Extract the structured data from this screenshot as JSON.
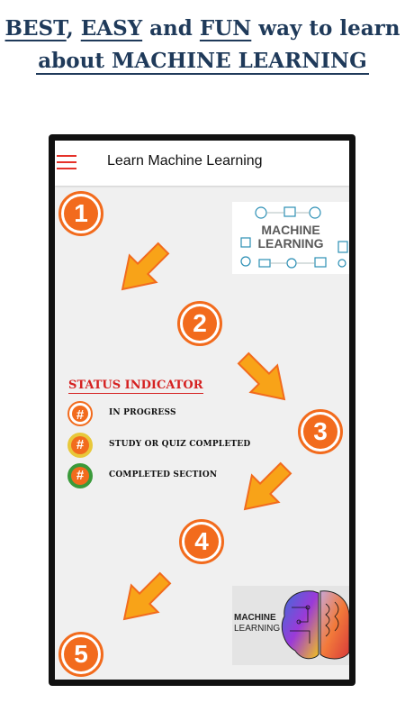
{
  "headline": {
    "w1": "BEST",
    "c1": ",",
    "w2": "EASY",
    "c2": " and ",
    "w3": "FUN",
    "c3": " way to learn",
    "line2": "about MACHINE LEARNING"
  },
  "app": {
    "title": "Learn Machine Learning",
    "accent": "#f26b1d",
    "menu_color": "#e5322a"
  },
  "steps": [
    "1",
    "2",
    "3",
    "4",
    "5"
  ],
  "status": {
    "title": "STATUS INDICATOR",
    "items": [
      {
        "symbol": "#",
        "label": "IN PROGRESS",
        "ring": "#f26b1d"
      },
      {
        "symbol": "#",
        "label": "STUDY OR QUIZ COMPLETED",
        "ring": "#e8c83a"
      },
      {
        "symbol": "#",
        "label": "COMPLETED SECTION",
        "ring": "#3a9a3a"
      }
    ]
  },
  "cards": {
    "card1": {
      "line1": "MACHINE",
      "line2": "LEARNING"
    },
    "card2": {
      "line1": "MACHINE",
      "line2": "LEARNING"
    }
  }
}
